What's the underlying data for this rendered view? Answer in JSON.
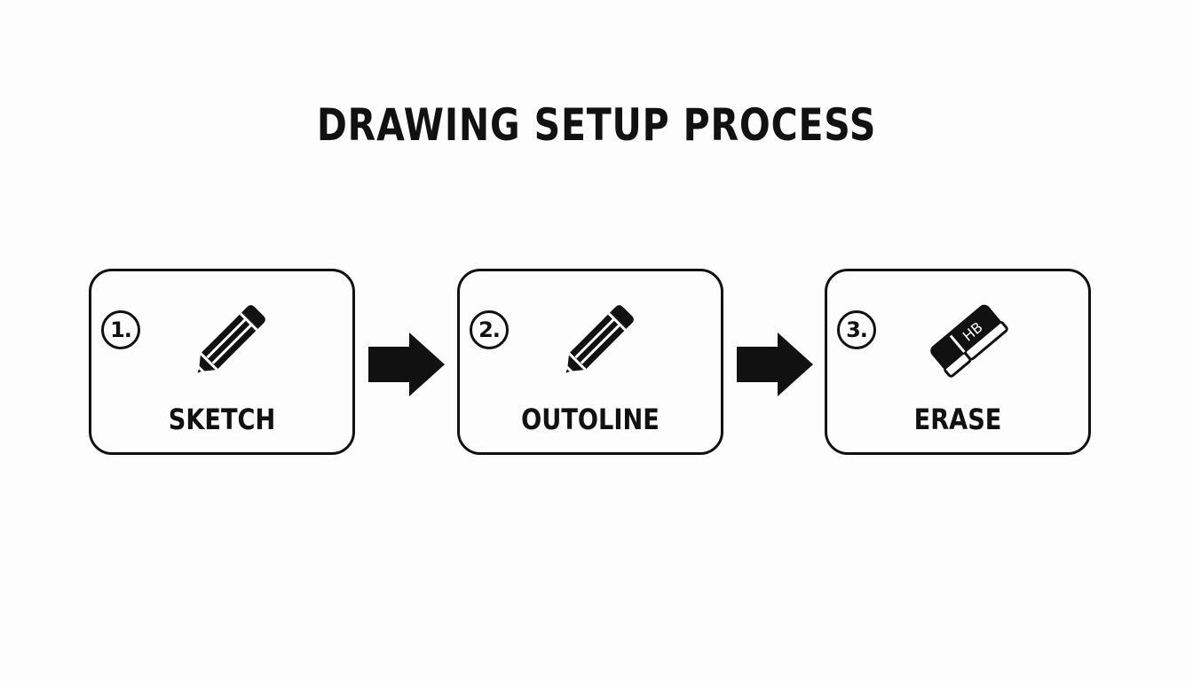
{
  "title": "DRAWING SETUP PROCESS",
  "steps": [
    {
      "number": "1.",
      "label": "SKETCH",
      "icon": "pencil-icon"
    },
    {
      "number": "2.",
      "label": "OUTOLINE",
      "icon": "pencil-icon"
    },
    {
      "number": "3.",
      "label": "ERASE",
      "icon": "eraser-icon",
      "icon_text": "HB"
    }
  ],
  "colors": {
    "background": "#fdfdfd",
    "ink": "#111111"
  }
}
